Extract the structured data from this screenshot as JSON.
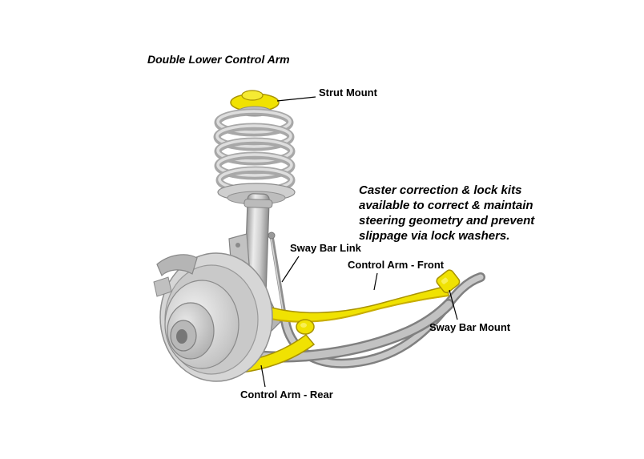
{
  "title": "Double Lower Control Arm",
  "note": {
    "lines": [
      "Caster correction & lock kits",
      "available to correct & maintain",
      "steering geometry and prevent",
      "slippage via lock washers."
    ]
  },
  "labels": {
    "strut_mount": "Strut Mount",
    "sway_bar_link": "Sway Bar Link",
    "control_arm_front": "Control Arm - Front",
    "sway_bar_mount": "Sway Bar Mount",
    "control_arm_rear": "Control Arm - Rear"
  },
  "colors": {
    "highlight_yellow": "#f0e202",
    "highlight_outline": "#a89200",
    "metal_light": "#d6d6d6",
    "metal_mid": "#b5b5b5",
    "metal_dark": "#8a8a8a",
    "text": "#000000",
    "background": "#ffffff"
  }
}
